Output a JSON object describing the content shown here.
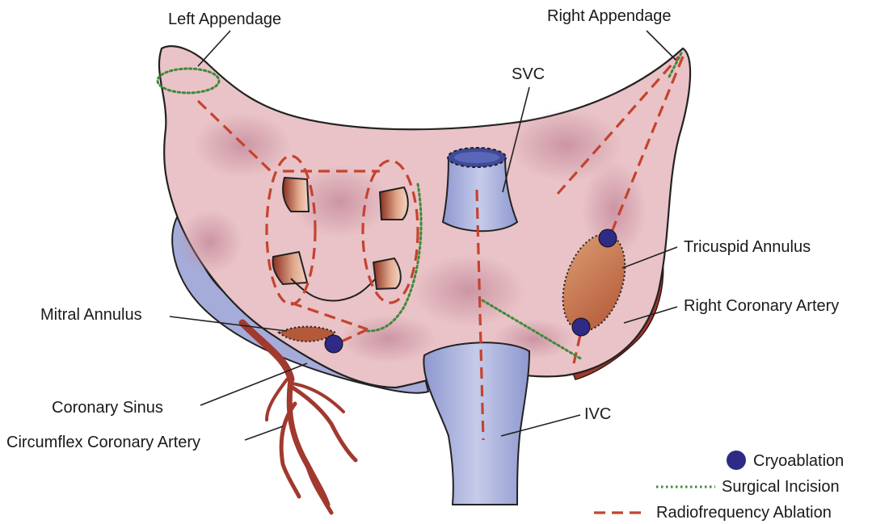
{
  "labels": {
    "left_appendage": "Left Appendage",
    "right_appendage": "Right Appendage",
    "svc": "SVC",
    "tricuspid_annulus": "Tricuspid Annulus",
    "right_coronary_artery": "Right Coronary Artery",
    "mitral_annulus": "Mitral Annulus",
    "coronary_sinus": "Coronary Sinus",
    "circumflex_coronary_artery": "Circumflex Coronary Artery",
    "ivc": "IVC"
  },
  "legend": {
    "cryoablation": "Cryoablation",
    "surgical_incision": "Surgical Incision",
    "radiofrequency_ablation": "Radiofrequency Ablation"
  },
  "colors": {
    "atrium_fill": "#e9c3c7",
    "atrium_patch": "#c98d9e",
    "vessel_fill": "#aab3dc",
    "artery": "#a1392f",
    "rf_line": "#c5432f",
    "incision": "#3f8a3a",
    "cryo_dot": "#2e2a86",
    "outline": "#222222"
  }
}
